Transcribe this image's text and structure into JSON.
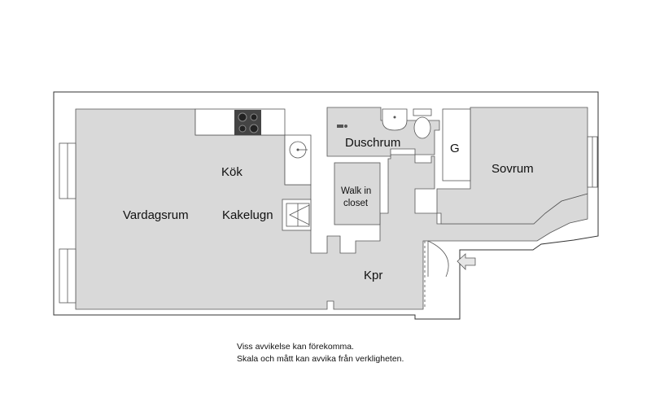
{
  "rooms": {
    "vardagsrum": "Vardagsrum",
    "kok": "Kök",
    "kakelugn": "Kakelugn",
    "duschrum": "Duschrum",
    "walk_in_line1": "Walk in",
    "walk_in_line2": "closet",
    "g": "G",
    "sovrum": "Sovrum",
    "kpr": "Kpr"
  },
  "disclaimer": {
    "line1": "Viss avvikelse kan förekomma.",
    "line2": "Skala och mått kan avvika från verkligheten."
  },
  "colors": {
    "wall": "#ffffff",
    "floor": "#d9d9d9",
    "outline": "#333333",
    "stove": "#444444"
  }
}
